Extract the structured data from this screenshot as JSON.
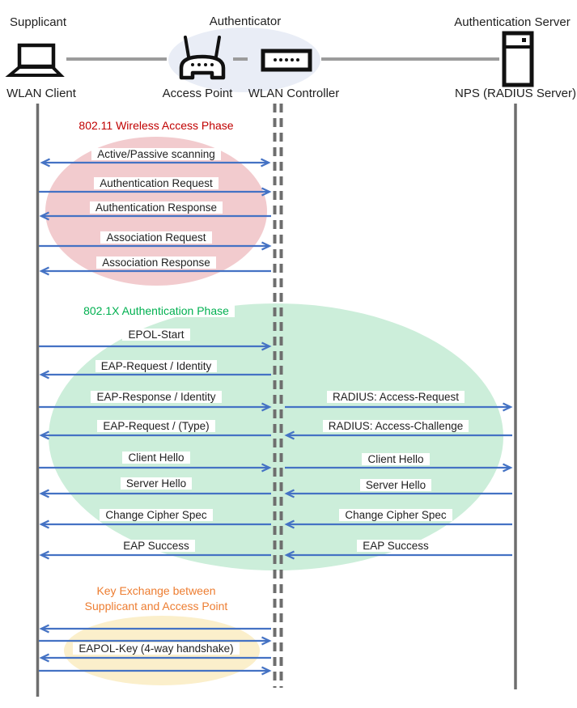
{
  "actors": {
    "roles": [
      {
        "label": "Supplicant"
      },
      {
        "label": "Authenticator"
      },
      {
        "label": "Authentication Server"
      }
    ],
    "devices": [
      {
        "label": "WLAN Client",
        "icon": "laptop-icon"
      },
      {
        "label": "Access Point",
        "icon": "access-point-icon"
      },
      {
        "label": "WLAN Controller",
        "icon": "wlan-controller-icon"
      },
      {
        "label": "NPS (RADIUS Server)",
        "icon": "server-icon"
      }
    ]
  },
  "phases": [
    {
      "title": "802.11 Wireless Access Phase",
      "title_color": "#C00000",
      "ellipse_color": "#F2CBCE"
    },
    {
      "title": "802.1X Authentication Phase",
      "title_color": "#00B050",
      "ellipse_color": "#CCEEDA"
    },
    {
      "title_line1": "Key Exchange between",
      "title_line2": "Supplicant and Access Point",
      "title_color": "#ED7D31",
      "ellipse_color": "#FBEFCB"
    }
  ],
  "messages": {
    "phase1": [
      {
        "label": "Active/Passive scanning",
        "direction": "both"
      },
      {
        "label": "Authentication Request",
        "direction": "right"
      },
      {
        "label": "Authentication Response",
        "direction": "left"
      },
      {
        "label": "Association Request",
        "direction": "right"
      },
      {
        "label": "Association Response",
        "direction": "left"
      }
    ],
    "phase2_left": [
      {
        "label": "EPOL-Start",
        "direction": "right"
      },
      {
        "label": "EAP-Request / Identity",
        "direction": "left"
      },
      {
        "label": "EAP-Response / Identity",
        "direction": "right"
      },
      {
        "label": "EAP-Request / (Type)",
        "direction": "left"
      },
      {
        "label": "Client Hello",
        "direction": "right"
      },
      {
        "label": "Server Hello",
        "direction": "left"
      },
      {
        "label": "Change Cipher Spec",
        "direction": "left"
      },
      {
        "label": "EAP Success",
        "direction": "left"
      }
    ],
    "phase2_right": [
      {
        "label": "RADIUS: Access-Request",
        "direction": "right"
      },
      {
        "label": "RADIUS: Access-Challenge",
        "direction": "left"
      },
      {
        "label": "Client Hello",
        "direction": "right"
      },
      {
        "label": "Server Hello",
        "direction": "left"
      },
      {
        "label": "Change Cipher Spec",
        "direction": "left"
      },
      {
        "label": "EAP Success",
        "direction": "left"
      }
    ],
    "phase3": [
      {
        "label": "EAPOL-Key (4-way handshake)",
        "direction": "both"
      }
    ]
  },
  "colors": {
    "arrow": "#4472C4",
    "lifeline": "#6E6E6E",
    "icon_stroke": "#111111",
    "authenticator_halo": "#E9EDF6"
  }
}
